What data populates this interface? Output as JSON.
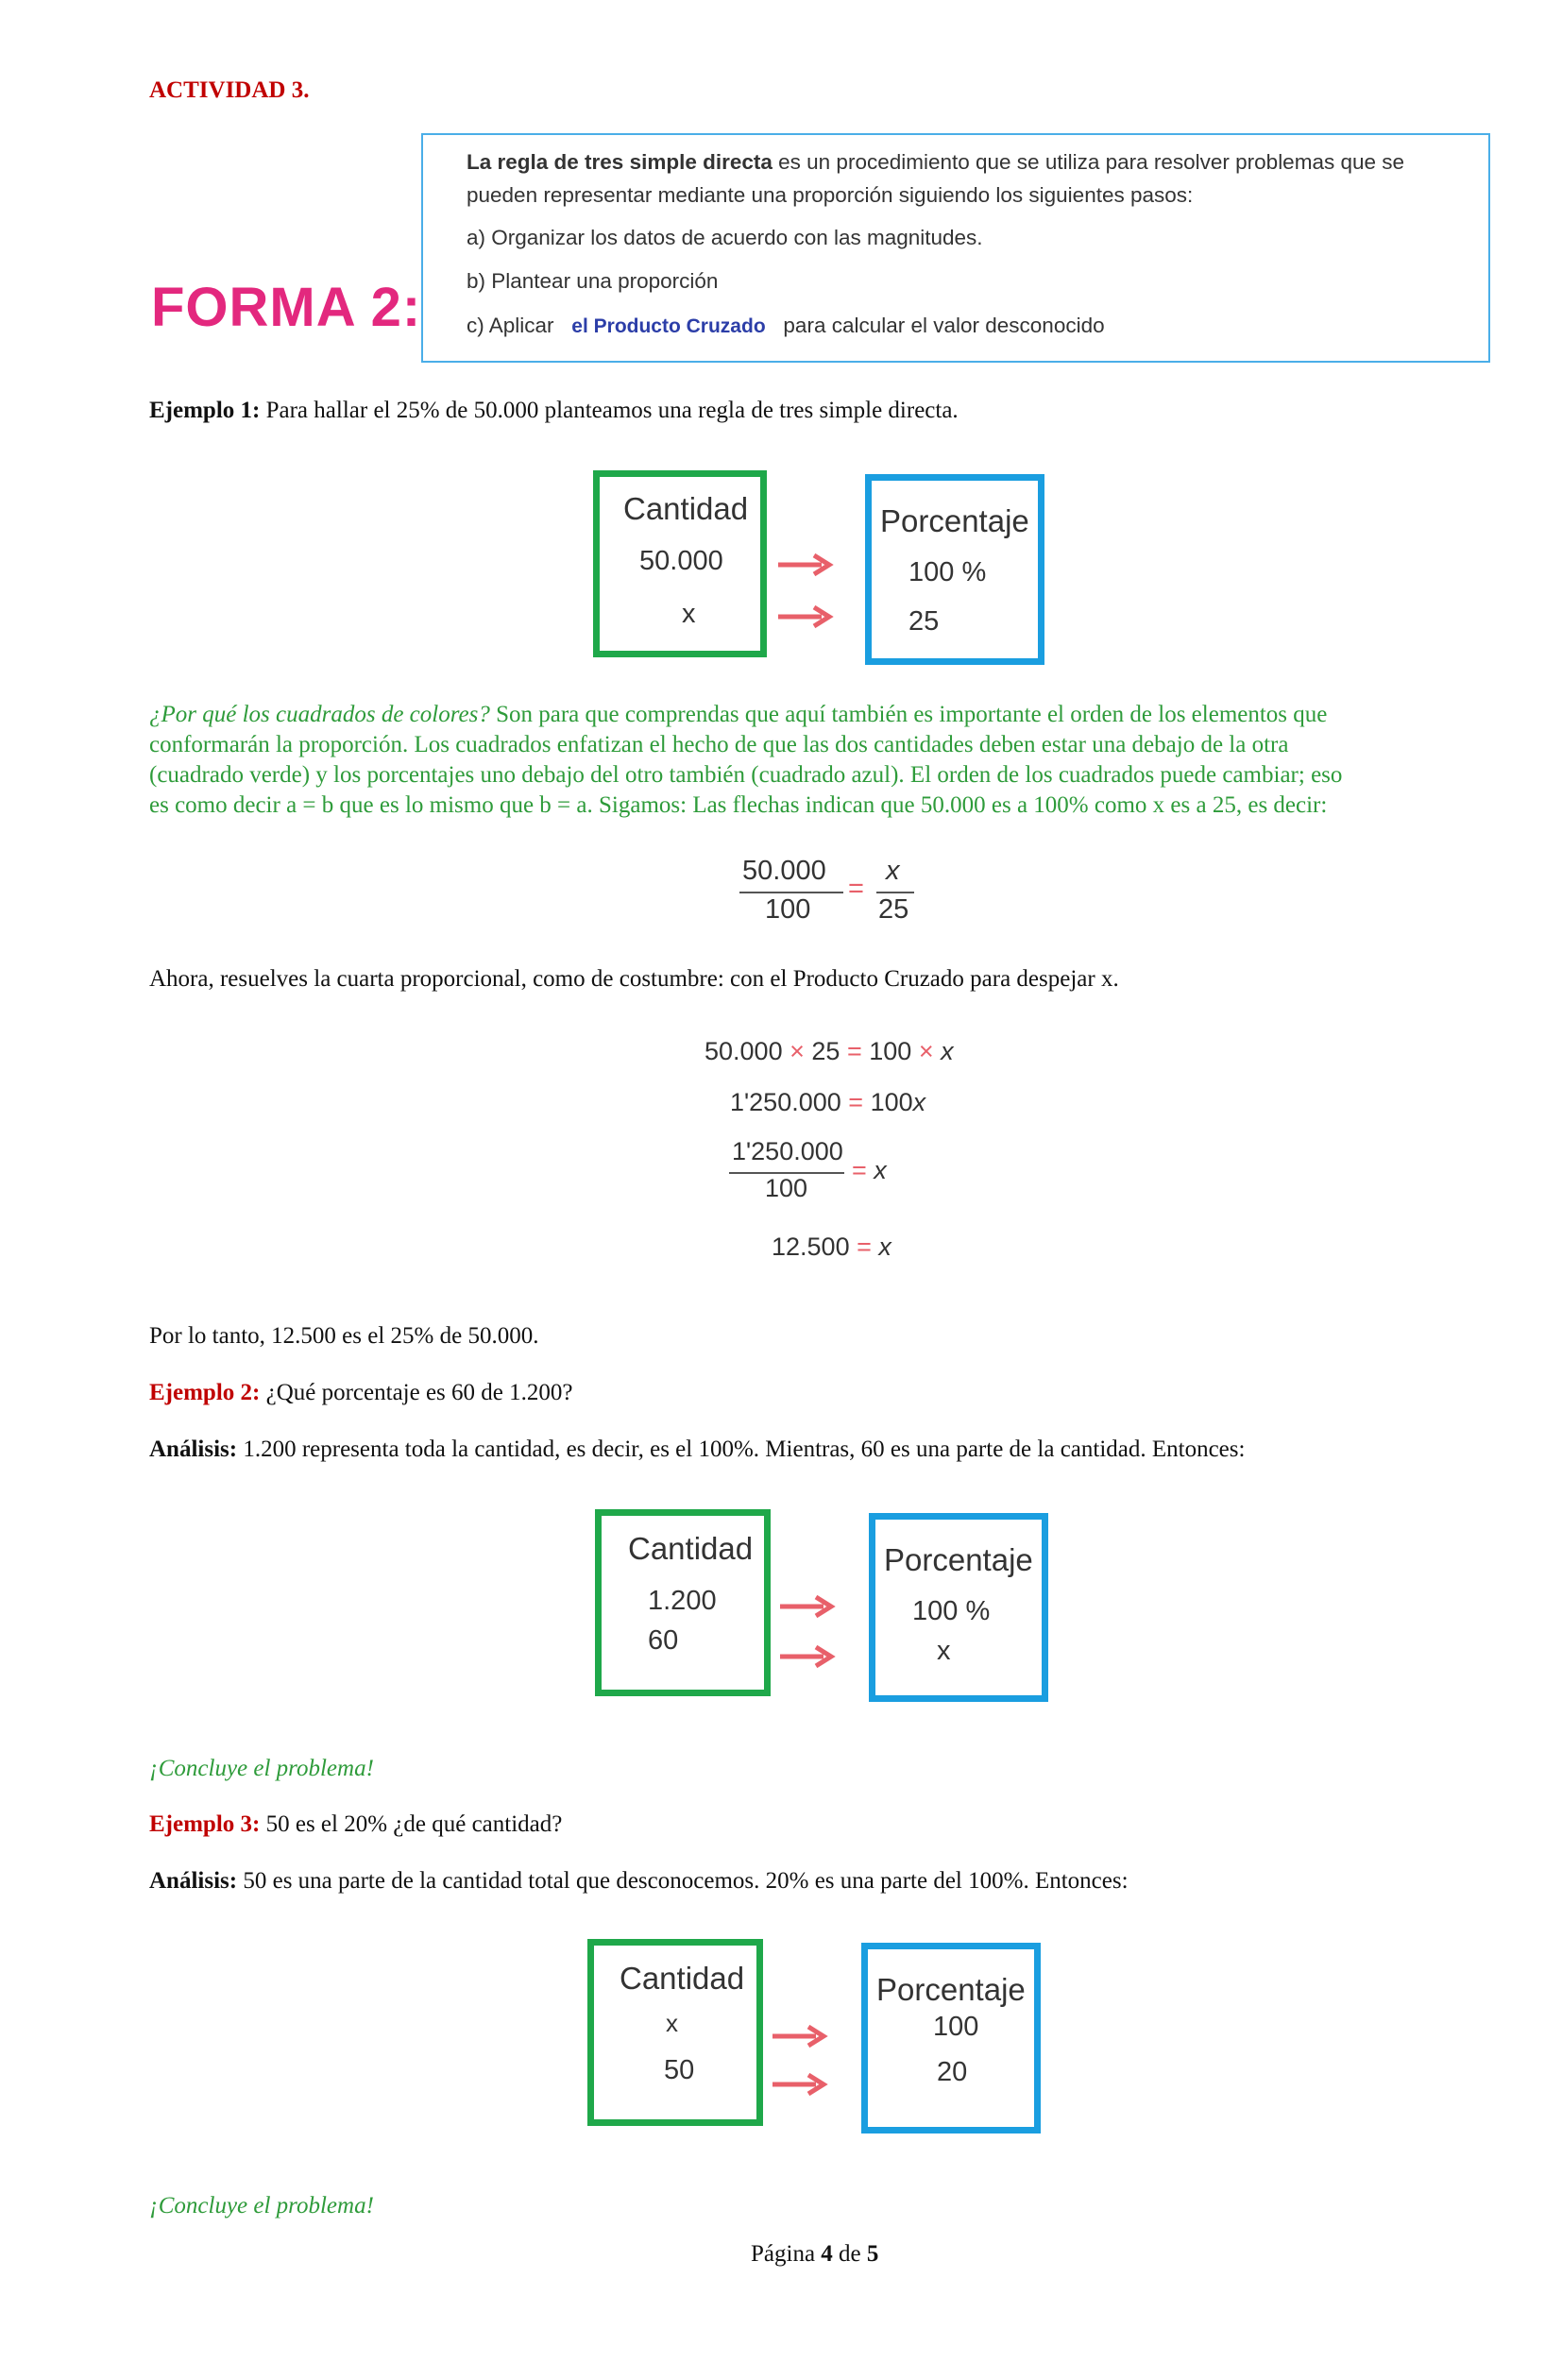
{
  "activity_title": "ACTIVIDAD 3.",
  "forma_label": "FORMA 2:",
  "rule_box": {
    "line1_bold": "La regla de tres simple directa",
    "line1_rest": " es un procedimiento que se utiliza para resolver problemas que se",
    "line2": "pueden representar mediante una proporción siguiendo los siguientes pasos:",
    "step_a": "a) Organizar los datos de acuerdo con las magnitudes.",
    "step_b": "b) Plantear una proporción",
    "step_c_prefix": "c) Aplicar",
    "step_c_highlight": "el Producto Cruzado",
    "step_c_suffix": "para calcular el valor desconocido"
  },
  "example1": {
    "label": "Ejemplo 1:",
    "text": " Para hallar el 25% de 50.000 planteamos una regla de tres simple directa.",
    "diagram": {
      "left_header": "Cantidad",
      "left_values": [
        "50.000",
        "x"
      ],
      "right_header": "Porcentaje",
      "right_values": [
        "100 %",
        "25"
      ]
    },
    "explain_italic": "¿Por qué los cuadrados de colores?",
    "explain_lines": [
      " Son para que comprendas que aquí también es importante el orden de los elementos que",
      "conformarán la proporción. Los cuadrados enfatizan el hecho de que las dos cantidades deben estar una debajo de la otra",
      "(cuadrado verde) y los porcentajes uno debajo del otro también (cuadrado azul). El orden de los cuadrados puede cambiar; eso",
      "es como decir a = b que es lo mismo que b = a. Sigamos: Las flechas indican que 50.000 es a 100% como x es a 25, es decir:"
    ],
    "proportion": {
      "num_left": "50.000",
      "den_left": "100",
      "eq": "=",
      "num_right": "x",
      "den_right": "25"
    },
    "cross_text": "Ahora, resuelves la cuarta proporcional, como de costumbre: con el Producto Cruzado para despejar x.",
    "steps": {
      "s1_a": "50.000",
      "s1_op1": "×",
      "s1_b": "25",
      "s1_eq": "=",
      "s1_c": "100",
      "s1_op2": "×",
      "s1_d": "x",
      "s2_a": "1'250.000",
      "s2_eq": "=",
      "s2_b": "100",
      "s2_c": "x",
      "s3_num": "1'250.000",
      "s3_den": "100",
      "s3_eq": "=",
      "s3_r": "x",
      "s4_a": "12.500",
      "s4_eq": "=",
      "s4_r": "x"
    },
    "conclusion": "Por lo tanto, 12.500 es el 25% de 50.000."
  },
  "example2": {
    "label": "Ejemplo 2:",
    "question": " ¿Qué porcentaje es 60 de 1.200?",
    "analysis_label": "Análisis:",
    "analysis_text": " 1.200 representa toda la cantidad, es decir, es el 100%. Mientras, 60 es una parte de la cantidad. Entonces:",
    "diagram": {
      "left_header": "Cantidad",
      "left_values": [
        "1.200",
        "60"
      ],
      "right_header": "Porcentaje",
      "right_values": [
        "100 %",
        "x"
      ]
    },
    "conclude": "¡Concluye el problema!"
  },
  "example3": {
    "label": "Ejemplo 3:",
    "question": " 50 es el 20% ¿de qué cantidad?",
    "analysis_label": "Análisis:",
    "analysis_text": " 50 es una parte de la cantidad total que desconocemos. 20% es una parte del 100%. Entonces:",
    "diagram": {
      "left_header": "Cantidad",
      "left_values": [
        "x",
        "50"
      ],
      "right_header": "Porcentaje",
      "right_values": [
        "100",
        "20"
      ]
    },
    "conclude": "¡Concluye el problema!"
  },
  "footer": {
    "prefix": "Página ",
    "page": "4",
    "middle": " de ",
    "total": "5"
  },
  "colors": {
    "title_red": "#c00000",
    "green_text": "#2e9b3a",
    "green_box": "#1fa84a",
    "blue_box": "#1a9ee0",
    "arrow": "#e8606a",
    "forma_pink": "#e3287e",
    "rule_border": "#4aaee8"
  }
}
